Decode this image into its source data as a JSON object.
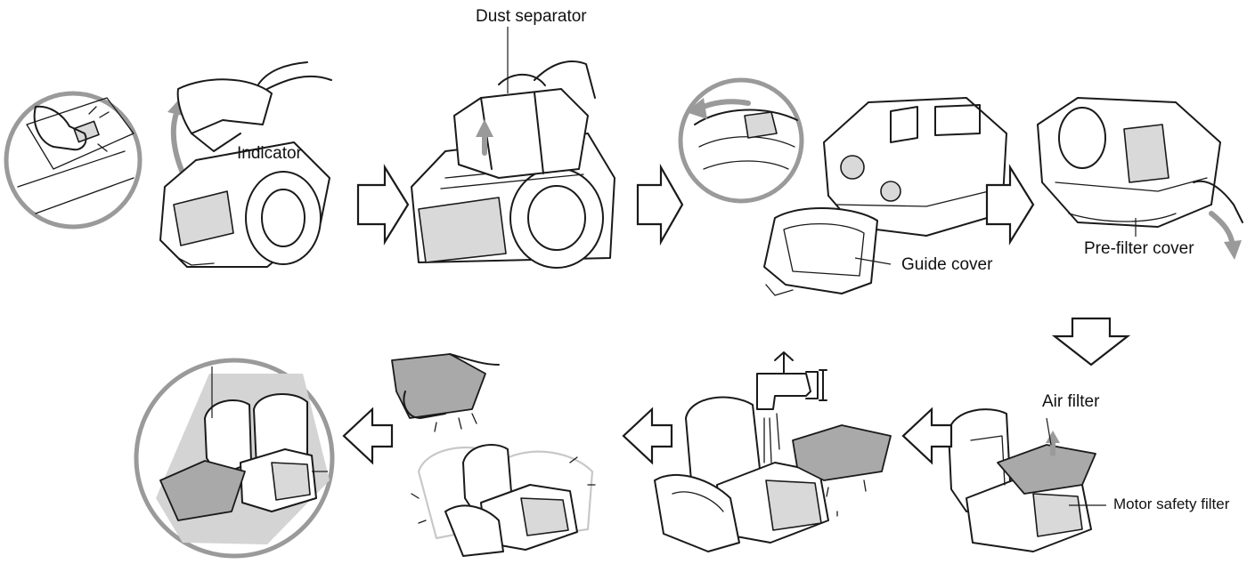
{
  "labels": {
    "indicator": "Indicator",
    "dust_separator": "Dust separator",
    "guide_cover": "Guide cover",
    "pre_filter_cover": "Pre-filter cover",
    "air_filter": "Air filter",
    "motor_safety_filter": "Motor safety filter"
  },
  "steps": [
    {
      "id": "step-1",
      "content": "Indicator"
    },
    {
      "id": "step-2",
      "content": "Dust separator"
    },
    {
      "id": "step-3",
      "content": "Guide cover"
    },
    {
      "id": "step-4",
      "content": "Pre-filter cover"
    },
    {
      "id": "step-5",
      "content": "Air filter, Motor safety filter"
    },
    {
      "id": "step-6",
      "content": ""
    },
    {
      "id": "step-7",
      "content": ""
    },
    {
      "id": "step-8",
      "content": ""
    }
  ],
  "icons": {
    "flow_arrow": "outline-block-arrow-icon",
    "lift_arrow": "curved-arrow-icon",
    "faucet": "faucet-icon",
    "hand": "hand-icon"
  },
  "colors": {
    "line": "#1a1a1a",
    "zoom_ring": "#9a9a9a",
    "filter_grey": "#a9a9a9",
    "background": "#ffffff"
  }
}
